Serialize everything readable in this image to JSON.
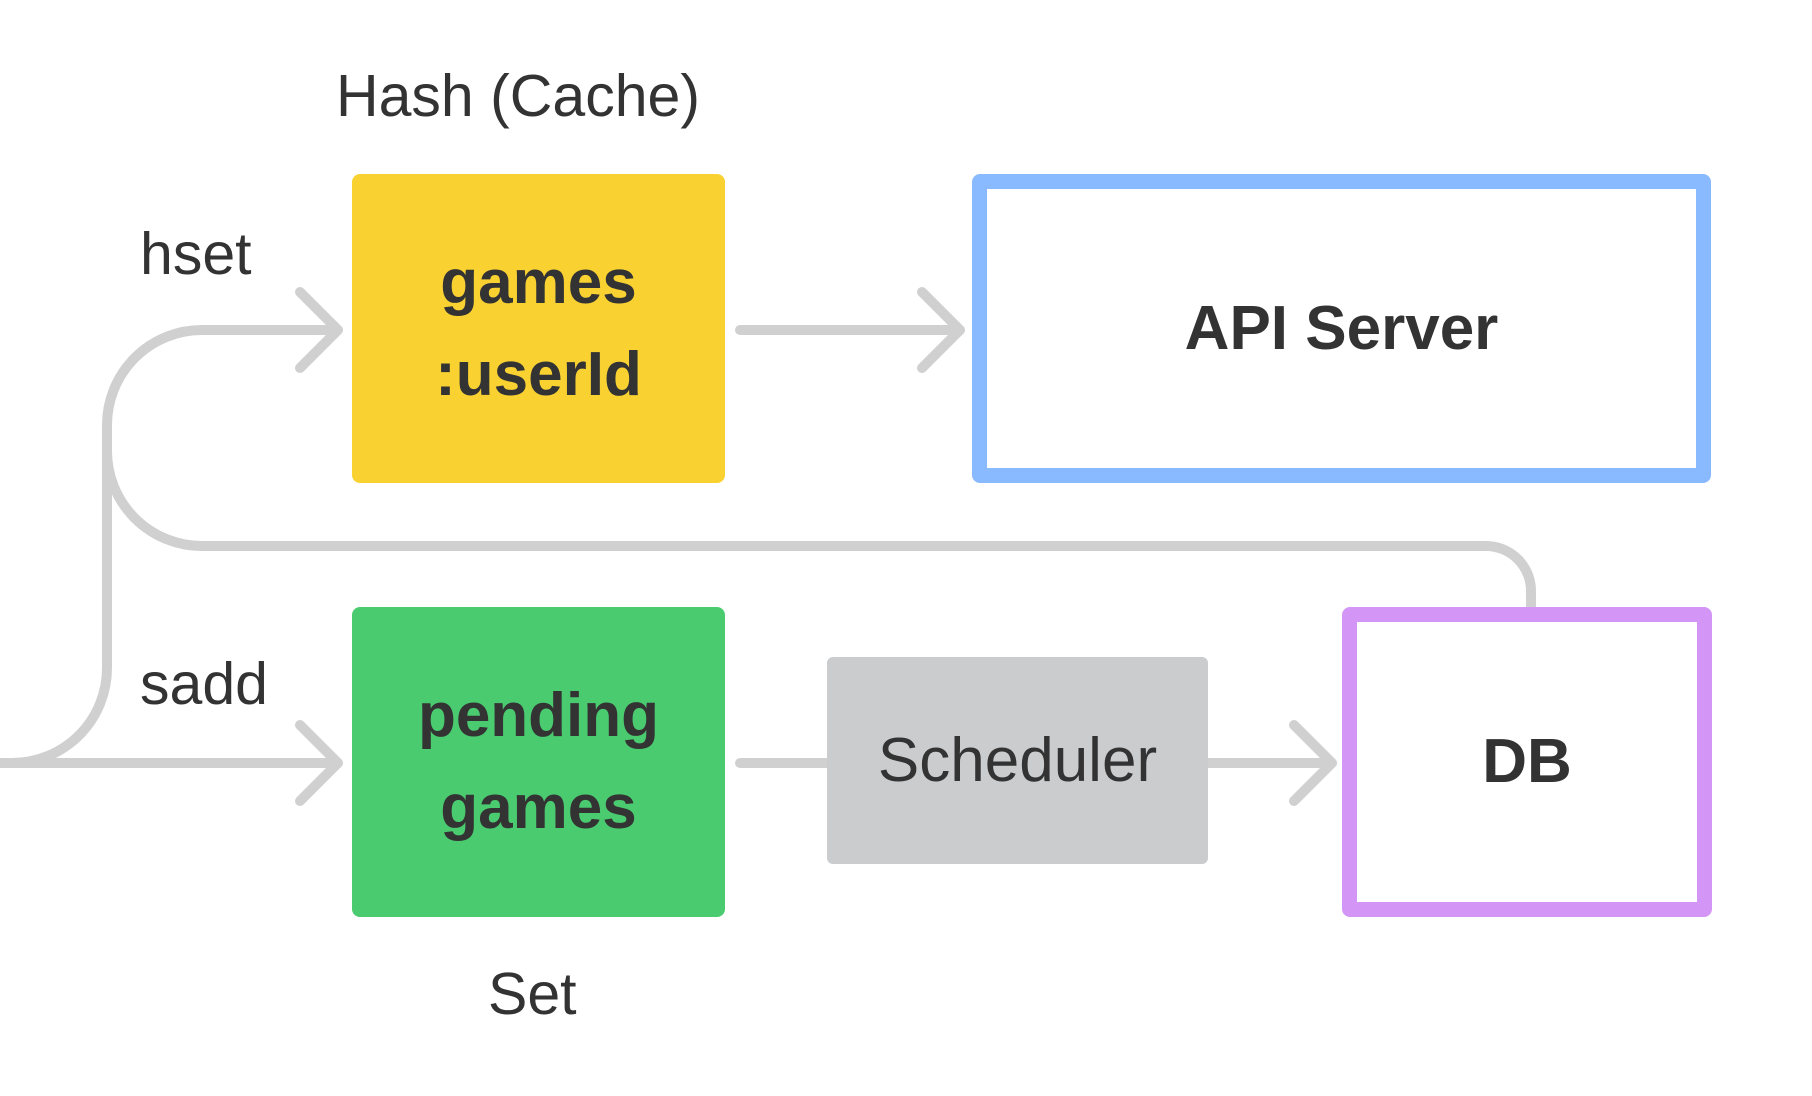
{
  "labels": {
    "hash_cache": "Hash (Cache)",
    "hset": "hset",
    "sadd": "sadd",
    "set": "Set"
  },
  "nodes": {
    "games_userid": {
      "line1": "games",
      "line2": ":userId"
    },
    "pending_games": {
      "line1": "pending",
      "line2": "games"
    },
    "api_server": {
      "label": "API Server"
    },
    "scheduler": {
      "label": "Scheduler"
    },
    "db": {
      "label": "DB"
    }
  },
  "colors": {
    "hash_fill": "#F9D232",
    "set_fill": "#4BCB70",
    "api_border": "#89B9FF",
    "db_border": "#D396F6",
    "scheduler_fill": "#CBCCCE",
    "connector": "#D0D0D0",
    "text": "#333333"
  },
  "edges": [
    {
      "from": "entry",
      "to": "games_userid",
      "label": "hset"
    },
    {
      "from": "entry",
      "to": "pending_games",
      "label": "sadd"
    },
    {
      "from": "games_userid",
      "to": "api_server"
    },
    {
      "from": "pending_games",
      "to": "scheduler"
    },
    {
      "from": "scheduler",
      "to": "db"
    },
    {
      "from": "db",
      "to": "games_userid"
    }
  ]
}
